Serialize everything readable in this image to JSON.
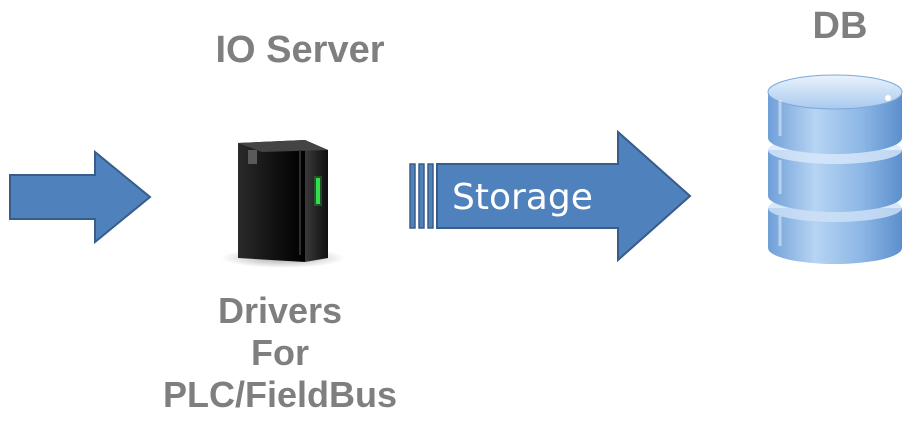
{
  "io_server": {
    "title": "IO Server",
    "icon": "server-icon"
  },
  "drivers": {
    "line1": "Drivers",
    "line2": "For",
    "line3": "PLC/FieldBus"
  },
  "storage_arrow": {
    "label": "Storage"
  },
  "db": {
    "title": "DB",
    "icon": "database-icon"
  },
  "colors": {
    "arrow_fill": "#4f81bd",
    "arrow_stroke": "#385d8a",
    "label_gray": "#7f7f7f",
    "db_blue": "#9cc3ee"
  }
}
